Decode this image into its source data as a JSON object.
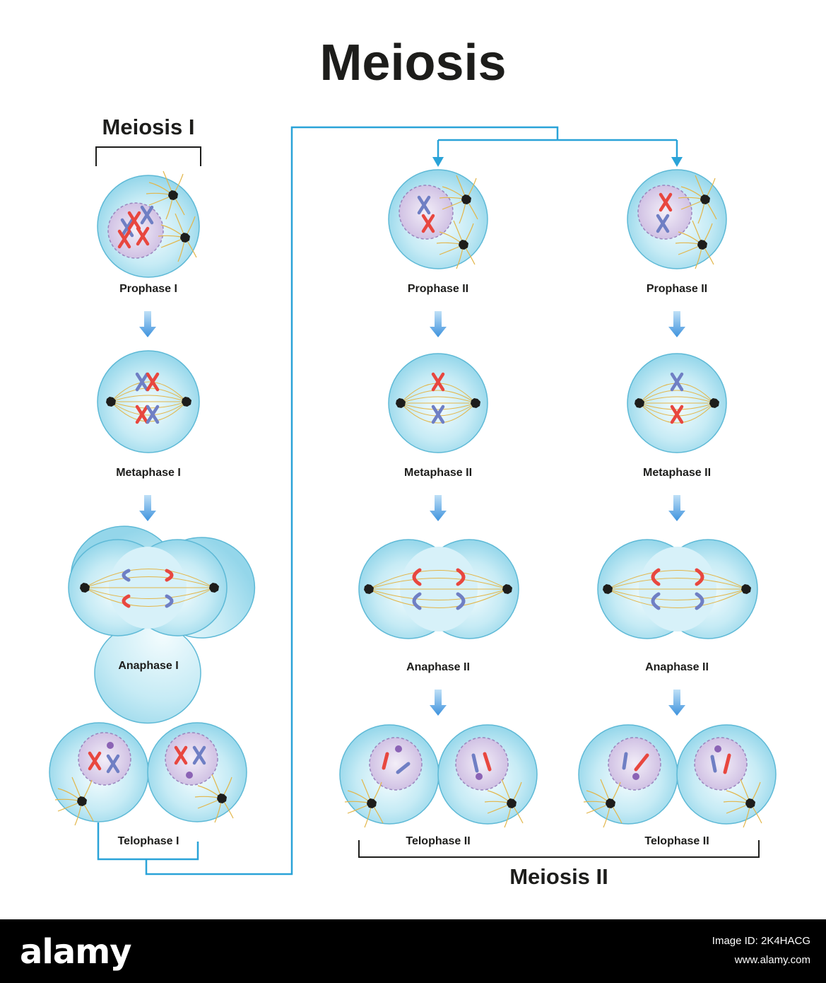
{
  "title": "Meiosis",
  "sections": {
    "meiosis_1": "Meiosis I",
    "meiosis_2": "Meiosis II"
  },
  "stages": {
    "prophase_1": "Prophase I",
    "metaphase_1": "Metaphase I",
    "anaphase_1": "Anaphase I",
    "telophase_1": "Telophase I",
    "prophase_2": "Prophase II",
    "metaphase_2": "Metaphase II",
    "anaphase_2": "Anaphase II",
    "telophase_2": "Telophase II"
  },
  "footer": {
    "brand": "alamy",
    "image_id": "Image ID: 2K4HACG",
    "website": "www.alamy.com"
  },
  "colors": {
    "cell": "#9fdcec",
    "cell_stroke": "#5eb9d6",
    "nucleus": "#d6c6e6",
    "chromosome_red": "#e8473f",
    "chromosome_blue": "#6f7fc4",
    "spindle": "#e2b64a",
    "arrow": "#4f9ee0",
    "connector": "#2aa3d8",
    "text": "#1d1d1b"
  }
}
